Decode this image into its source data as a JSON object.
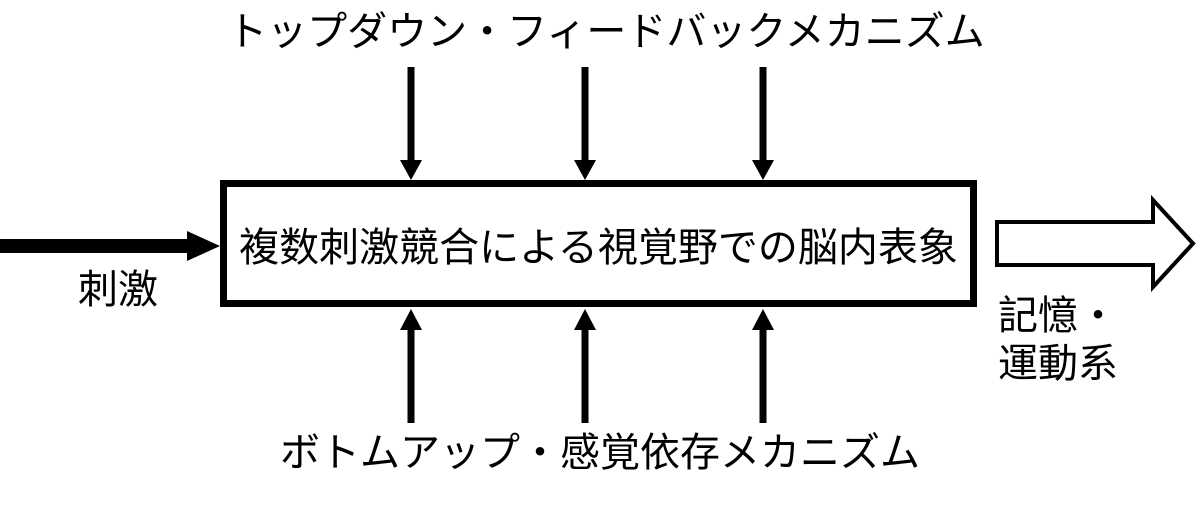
{
  "diagram": {
    "top_label": "トップダウン・フィードバックメカニズム",
    "bottom_label": "ボトムアップ・感覚依存メカニズム",
    "center_box_label": "複数刺激競合による視覚野での脳内表象",
    "input_label": "刺激",
    "output_label_line1": "記憶・",
    "output_label_line2": "運動系",
    "icons": {
      "down_arrows": "down-arrow-icon",
      "up_arrows": "up-arrow-icon",
      "input_arrow": "right-arrow-filled-icon",
      "output_arrow": "right-arrow-outline-icon"
    },
    "colors": {
      "line": "#000000",
      "background": "#ffffff"
    }
  }
}
